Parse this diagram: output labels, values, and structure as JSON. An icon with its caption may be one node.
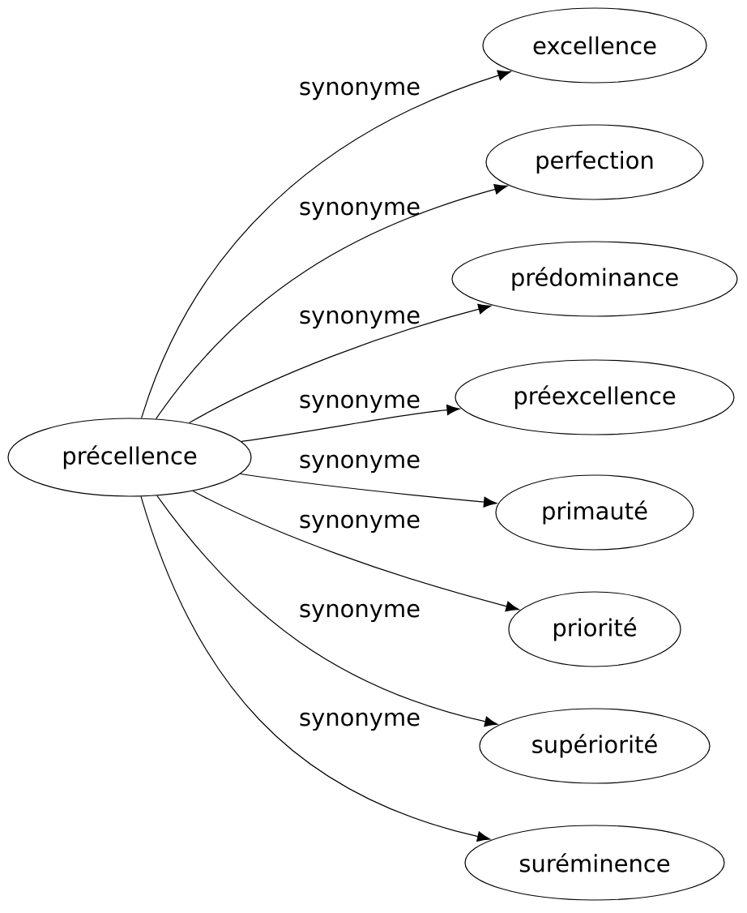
{
  "diagram": {
    "nodes": [
      {
        "text": [
          "précellence"
        ]
      },
      {
        "text": [
          "excellence"
        ]
      },
      {
        "text": [
          "perfection"
        ]
      },
      {
        "text": [
          "prédominance"
        ]
      },
      {
        "text": [
          "préexcellence"
        ]
      },
      {
        "text": [
          "primauté"
        ]
      },
      {
        "text": [
          "priorité"
        ]
      },
      {
        "text": [
          "supériorité"
        ]
      },
      {
        "text": [
          "suréminence"
        ]
      }
    ],
    "edges": [
      {
        "from": 0,
        "to": 1,
        "arrow": "to",
        "label": "synonyme"
      },
      {
        "from": 0,
        "to": 2,
        "arrow": "to",
        "label": "synonyme"
      },
      {
        "from": 0,
        "to": 3,
        "arrow": "to",
        "label": "synonyme"
      },
      {
        "from": 0,
        "to": 4,
        "arrow": "to",
        "label": "synonyme"
      },
      {
        "from": 0,
        "to": 5,
        "arrow": "to",
        "label": "synonyme"
      },
      {
        "from": 0,
        "to": 6,
        "arrow": "to",
        "label": "synonyme"
      },
      {
        "from": 0,
        "to": 7,
        "arrow": "to",
        "label": "synonyme"
      },
      {
        "from": 0,
        "to": 8,
        "arrow": "to",
        "label": "synonyme"
      }
    ]
  }
}
